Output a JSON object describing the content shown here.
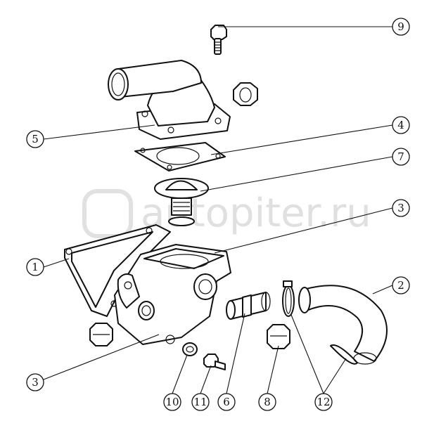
{
  "diagram": {
    "callouts": [
      {
        "id": "c9",
        "label": "9"
      },
      {
        "id": "c5",
        "label": "5"
      },
      {
        "id": "c4",
        "label": "4"
      },
      {
        "id": "c7",
        "label": "7"
      },
      {
        "id": "c3a",
        "label": "3"
      },
      {
        "id": "c1",
        "label": "1"
      },
      {
        "id": "c2",
        "label": "2"
      },
      {
        "id": "c3b",
        "label": "3"
      },
      {
        "id": "c10",
        "label": "10"
      },
      {
        "id": "c11",
        "label": "11"
      },
      {
        "id": "c6",
        "label": "6"
      },
      {
        "id": "c8",
        "label": "8"
      },
      {
        "id": "c12",
        "label": "12"
      }
    ],
    "watermark": {
      "text": "autopiter.ru"
    }
  }
}
